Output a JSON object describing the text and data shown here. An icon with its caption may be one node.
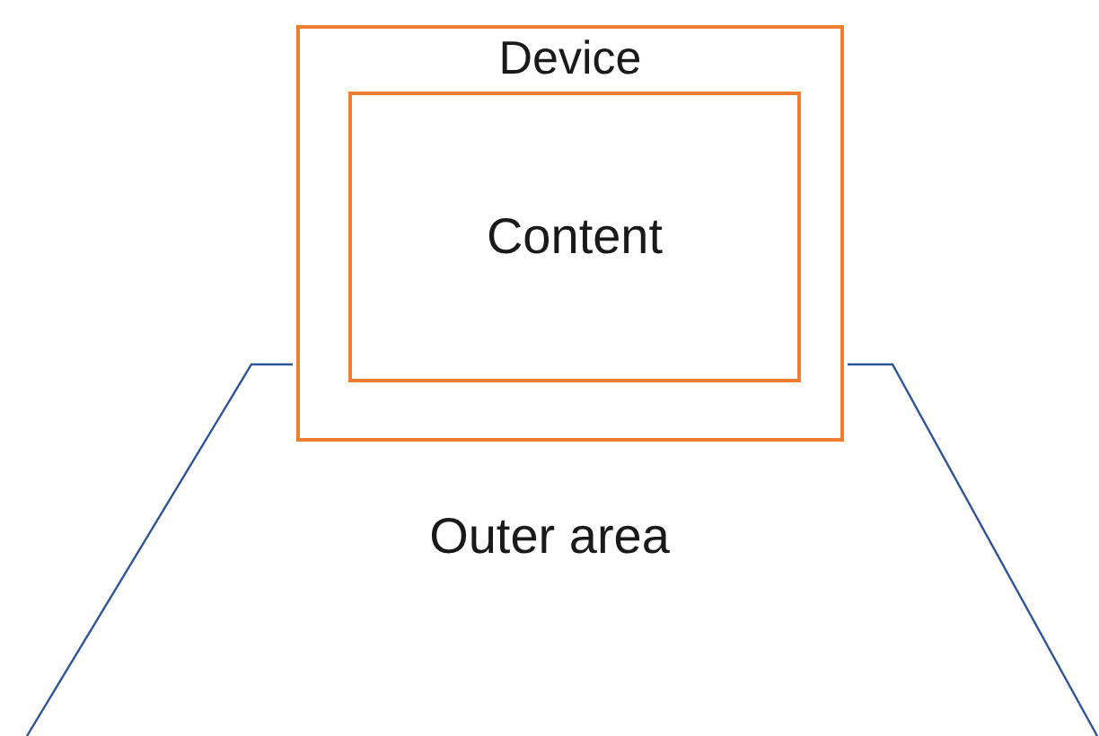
{
  "diagram": {
    "nodes": [
      {
        "text": [
          "Device"
        ]
      },
      {
        "text": [
          "Content"
        ],
        "in": 0
      },
      {
        "text": [
          "Outer area"
        ]
      }
    ]
  }
}
